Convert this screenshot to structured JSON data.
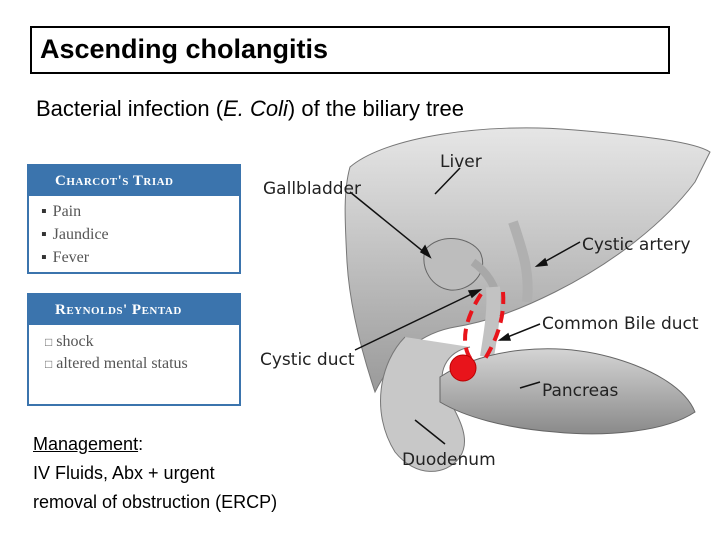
{
  "title": "Ascending cholangitis",
  "subtitle": {
    "prefix": "Bacterial infection (",
    "organism": "E. Coli",
    "suffix": ") of the biliary tree"
  },
  "charcot": {
    "heading": "Charcot's Triad",
    "items": [
      "Pain",
      "Jaundice",
      "Fever"
    ],
    "color": "#3b74ad"
  },
  "reynolds": {
    "heading": "Reynolds' Pentad",
    "items": [
      "shock",
      "altered mental status"
    ],
    "color": "#3b74ad"
  },
  "management": {
    "heading": "Management",
    "colon": ":",
    "line1": "IV Fluids, Abx + urgent",
    "line2": "removal of obstruction (ERCP)"
  },
  "diagram": {
    "labels": {
      "liver": "Liver",
      "gallbladder": "Gallbladder",
      "cystic_artery": "Cystic artery",
      "common_bile_duct": "Common Bile duct",
      "cystic_duct": "Cystic duct",
      "pancreas": "Pancreas",
      "duodenum": "Duodenum"
    },
    "obstruction_color": "#e8141b"
  }
}
